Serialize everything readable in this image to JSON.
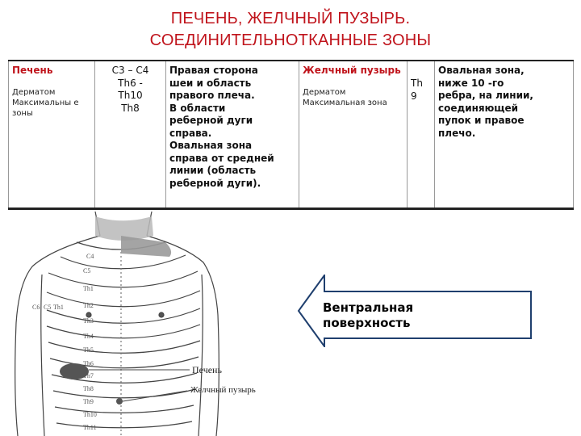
{
  "title": {
    "line1": "ПЕЧЕНЬ, ЖЕЛЧНЫЙ ПУЗЫРЬ.",
    "line2": "СОЕДИНИТЕЛЬНОТКАННЫЕ ЗОНЫ",
    "color": "#c0141c"
  },
  "table": {
    "liver": {
      "organ": "Печень",
      "zone_label": "Дерматом Максимальны е зоны",
      "segments": [
        "C3 – C4",
        "Th6 -",
        "Th10",
        "Th8"
      ],
      "description": [
        "Правая сторона",
        "шеи и область",
        "правого плеча.",
        "В области",
        "реберной дуги",
        "справа.",
        "Овальная зона",
        "справа от средней",
        "линии (область",
        "реберной дуги)."
      ]
    },
    "gallbladder": {
      "organ": "Желчный пузырь",
      "zone_label": "Дерматом Максимальная зона",
      "segments": [
        "Th",
        "9"
      ],
      "description": [
        "Овальная зона,",
        "ниже 10 -го",
        "ребра, на линии,",
        "соединяющей",
        "пупок и правое",
        "плечо."
      ]
    }
  },
  "figure": {
    "labels": {
      "c4": "C4",
      "c5": "C5",
      "c6": "C6",
      "c5b": "C5",
      "th1": "Th1",
      "th1b": "Th1",
      "th2": "Th2",
      "th3": "Th3",
      "th4": "Th4",
      "th5": "Th5",
      "th6": "Th6",
      "th7": "Th7",
      "th8": "Th8",
      "th9": "Th9",
      "th10": "Th10",
      "th11": "Th11"
    },
    "liver_label": "Печень",
    "gallbladder_label": "Желчный пузырь"
  },
  "callout": {
    "text": [
      "Вентральная",
      "поверхность"
    ]
  }
}
